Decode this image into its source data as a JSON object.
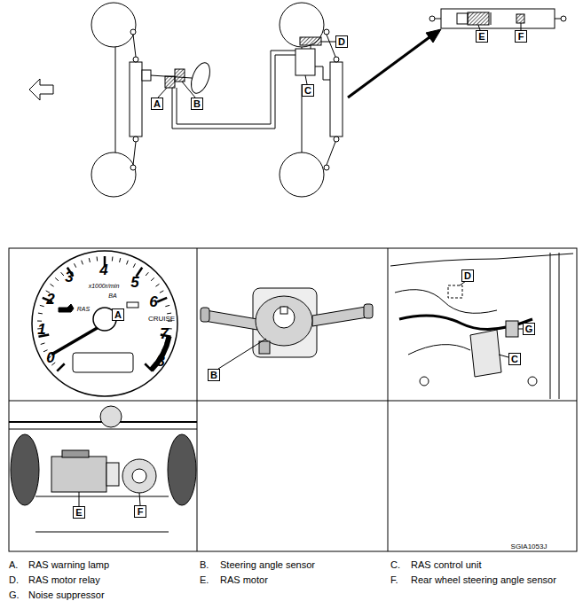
{
  "diagram": {
    "labels": [
      "A",
      "B",
      "C",
      "D",
      "E",
      "F",
      "3",
      "4",
      "5",
      "x1000r/min",
      "2",
      "BA",
      "6",
      "RAS",
      "A",
      "1",
      "7",
      "CRUISE",
      "0",
      "8",
      "B",
      "D",
      "G",
      "C",
      "E",
      "F",
      "SGIA1053J",
      "A.",
      "RAS warning lamp",
      "B.",
      "Steering angle sensor",
      "C.",
      "RAS control unit",
      "D.",
      "RAS motor relay",
      "E.",
      "RAS motor",
      "F.",
      "Rear wheel steering angle sensor",
      "G.",
      "Noise suppressor"
    ]
  }
}
